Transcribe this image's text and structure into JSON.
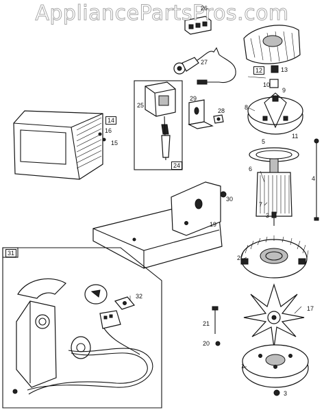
{
  "watermark": "AppliancePartsPros.com",
  "part_labels": {
    "p1": "1",
    "p2": "2",
    "p3a": "3",
    "p3b": "3",
    "p4": "4",
    "p5": "5",
    "p6": "6",
    "p7": "7",
    "p8": "8",
    "p9": "9",
    "p10": "10",
    "p11": "11",
    "p12": "12",
    "p13": "13",
    "p14": "14",
    "p15": "15",
    "p16": "16",
    "p17": "17",
    "p19": "19",
    "p20": "20",
    "p21": "21",
    "p24": "24",
    "p25": "25",
    "p26": "26",
    "p27": "27",
    "p28": "28",
    "p29": "29",
    "p30": "30",
    "p31": "31",
    "p32": "32"
  }
}
